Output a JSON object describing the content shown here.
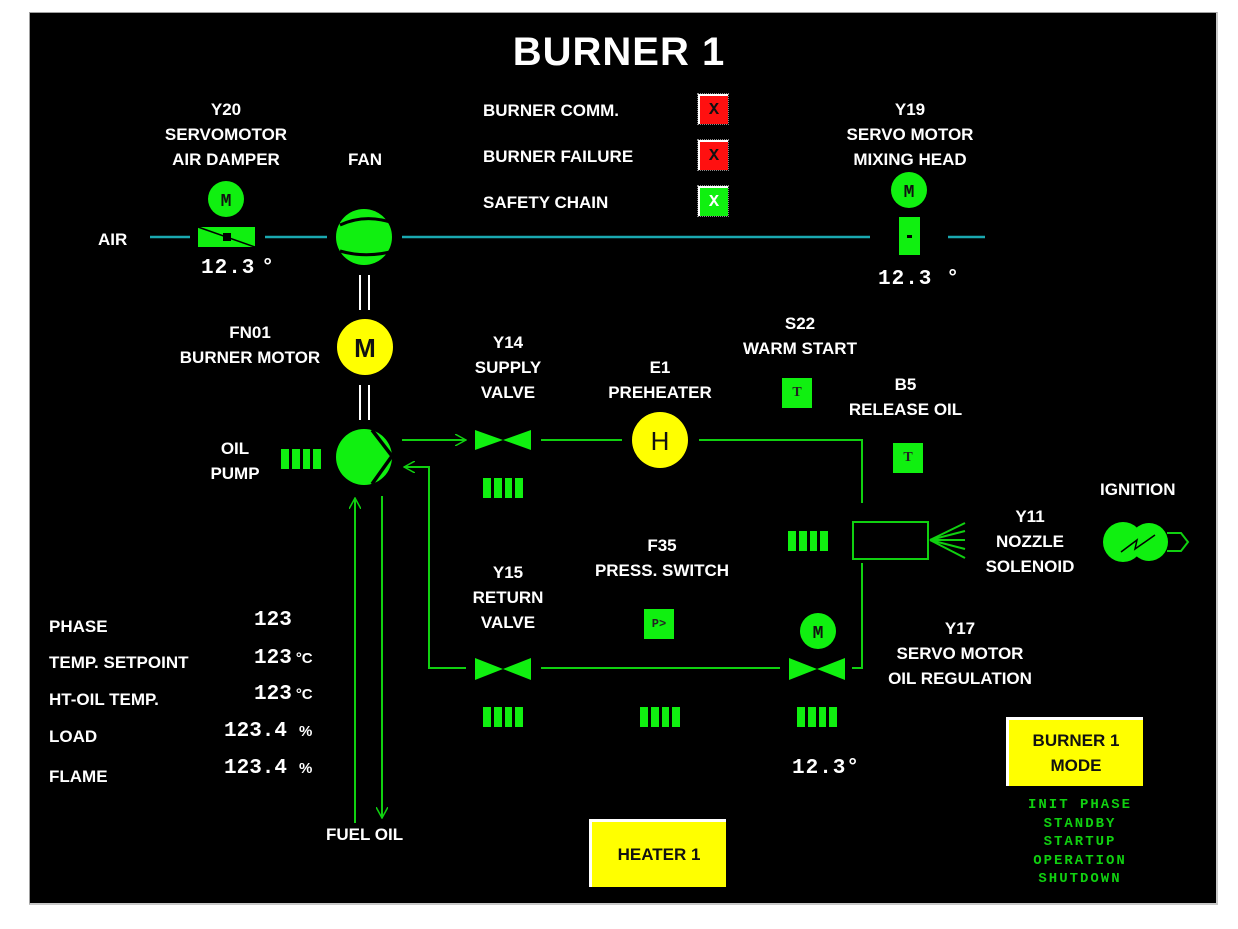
{
  "title": "BURNER 1",
  "colors": {
    "background": "#000000",
    "pipe_oil": "#10d010",
    "pipe_air": "#1aa8b0",
    "active_green": "#10f010",
    "motor_yellow": "#ffff00",
    "alarm_red": "#ff1010",
    "text": "#ffffff"
  },
  "status_indicators": [
    {
      "label": "BURNER COMM.",
      "mark": "X",
      "state": "alarm",
      "color": "#ff1010"
    },
    {
      "label": "BURNER FAILURE",
      "mark": "X",
      "state": "alarm",
      "color": "#ff1010"
    },
    {
      "label": "SAFETY CHAIN",
      "mark": "X",
      "state": "ok",
      "color": "#10f010"
    }
  ],
  "air_line": {
    "air_label": "AIR",
    "y20": {
      "tag": "Y20",
      "line1": "SERVOMOTOR",
      "line2": "AIR DAMPER",
      "motor": "M",
      "angle": "12.3",
      "angle_unit": "°"
    },
    "fan": {
      "label": "FAN"
    },
    "y19": {
      "tag": "Y19",
      "line1": "SERVO MOTOR",
      "line2": "MIXING HEAD",
      "motor": "M",
      "angle": "12.3",
      "angle_unit": "°"
    }
  },
  "burner_motor": {
    "tag": "FN01",
    "label": "BURNER MOTOR",
    "motor": "M"
  },
  "oil_pump": {
    "line1": "OIL",
    "line2": "PUMP"
  },
  "supply_valve": {
    "tag": "Y14",
    "line1": "SUPPLY",
    "line2": "VALVE"
  },
  "preheater": {
    "tag": "E1",
    "label": "PREHEATER",
    "symbol": "H"
  },
  "warm_start": {
    "tag": "S22",
    "label": "WARM START",
    "symbol": "T"
  },
  "release_oil": {
    "tag": "B5",
    "label": "RELEASE OIL",
    "symbol": "T"
  },
  "ignition": {
    "label": "IGNITION"
  },
  "nozzle": {
    "tag": "Y11",
    "line1": "NOZZLE",
    "line2": "SOLENOID"
  },
  "press_switch": {
    "tag": "F35",
    "label": "PRESS. SWITCH",
    "symbol": "P>"
  },
  "return_valve": {
    "tag": "Y15",
    "line1": "RETURN",
    "line2": "VALVE"
  },
  "oil_regulation": {
    "tag": "Y17",
    "line1": "SERVO MOTOR",
    "line2": "OIL REGULATION",
    "motor": "M",
    "angle": "12.3",
    "angle_unit": "°"
  },
  "fuel_oil": {
    "label": "FUEL OIL"
  },
  "parameters": [
    {
      "label": "PHASE",
      "value": "123",
      "unit": ""
    },
    {
      "label": "TEMP. SETPOINT",
      "value": "123",
      "unit": "°C"
    },
    {
      "label": "HT-OIL TEMP.",
      "value": "123",
      "unit": "°C"
    },
    {
      "label": "LOAD",
      "value": "123.4",
      "unit": "%"
    },
    {
      "label": "FLAME",
      "value": "123.4",
      "unit": "%"
    }
  ],
  "buttons": {
    "heater": "HEATER 1",
    "mode_line1": "BURNER 1",
    "mode_line2": "MODE"
  },
  "modes": [
    "INIT PHASE",
    "STANDBY",
    "STARTUP",
    "OPERATION",
    "SHUTDOWN"
  ]
}
